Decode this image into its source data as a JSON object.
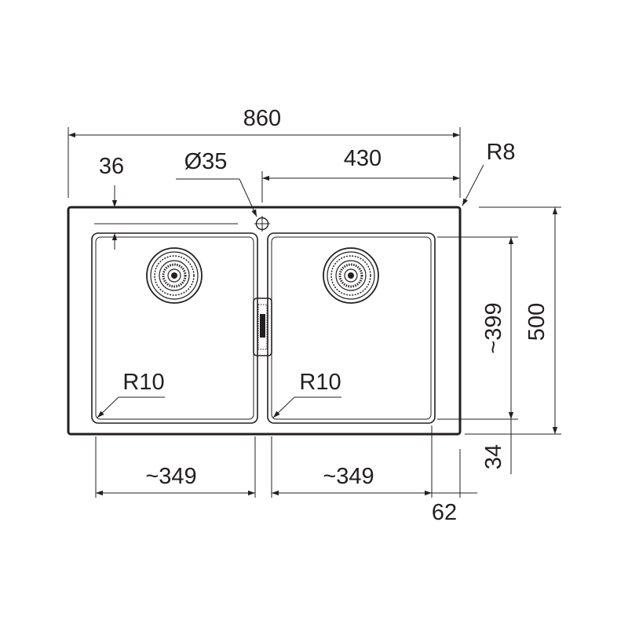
{
  "drawing": {
    "stroke_color": "#231f20",
    "background": "#ffffff",
    "dimensions": {
      "overall_width": "860",
      "tap_offset": "36",
      "tap_hole_diameter": "Ø35",
      "half_width": "430",
      "corner_radius_outer": "R8",
      "left_bowl_radius": "R10",
      "right_bowl_radius": "R10",
      "left_bowl_width": "~349",
      "right_bowl_width": "~349",
      "rim_right_offset": "62",
      "bowl_depth_inner": "~399",
      "overall_depth": "500",
      "rim_bottom_offset": "34"
    }
  }
}
